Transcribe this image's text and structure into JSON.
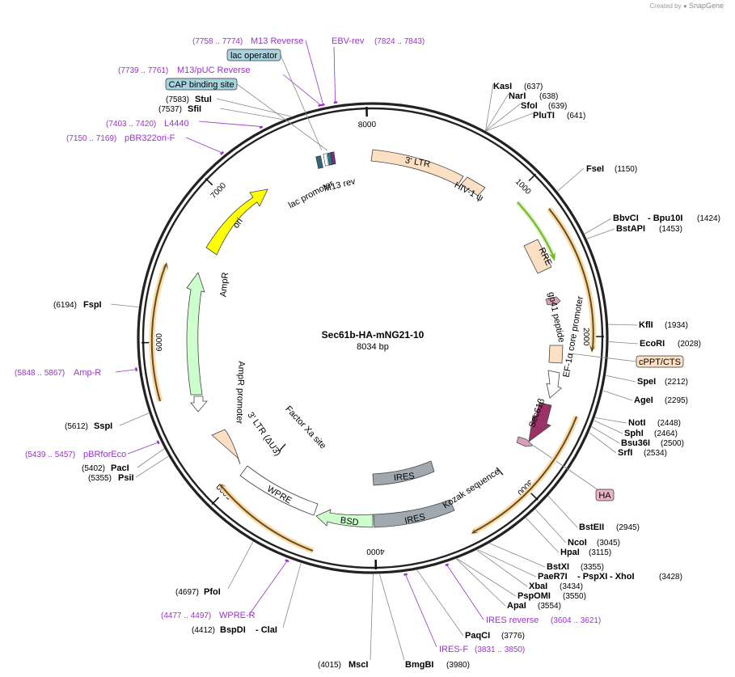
{
  "credit": {
    "prefix": "Created by",
    "brand": "SnapGene"
  },
  "plasmid": {
    "name": "Sec61b-HA-mNG21-10",
    "length_label": "8034 bp",
    "length": 8034
  },
  "ticks": [
    {
      "pos": 1000,
      "label": "1000"
    },
    {
      "pos": 2000,
      "label": "2000"
    },
    {
      "pos": 3000,
      "label": "3000"
    },
    {
      "pos": 4000,
      "label": "4000"
    },
    {
      "pos": 5000,
      "label": "5000"
    },
    {
      "pos": 6000,
      "label": "6000"
    },
    {
      "pos": 7000,
      "label": "7000"
    },
    {
      "pos": 8000,
      "label": "8000"
    }
  ],
  "sites": [
    {
      "name": "KasI",
      "coord": "(637)",
      "pos": 637
    },
    {
      "name": "NarI",
      "coord": "(638)",
      "pos": 638
    },
    {
      "name": "SfoI",
      "coord": "(639)",
      "pos": 639
    },
    {
      "name": "PluTI",
      "coord": "(641)",
      "pos": 641
    },
    {
      "name": "FseI",
      "coord": "(1150)",
      "pos": 1150
    },
    {
      "name": "BbvCI",
      "name2": "- Bpu10I",
      "coord": "(1424)",
      "pos": 1424
    },
    {
      "name": "BstAPI",
      "coord": "(1453)",
      "pos": 1453
    },
    {
      "name": "KflI",
      "coord": "(1934)",
      "pos": 1934
    },
    {
      "name": "EcoRI",
      "coord": "(2028)",
      "pos": 2028
    },
    {
      "name": "SpeI",
      "coord": "(2212)",
      "pos": 2212
    },
    {
      "name": "AgeI",
      "coord": "(2295)",
      "pos": 2295
    },
    {
      "name": "NotI",
      "coord": "(2448)",
      "pos": 2448
    },
    {
      "name": "SphI",
      "coord": "(2464)",
      "pos": 2464
    },
    {
      "name": "Bsu36I",
      "coord": "(2500)",
      "pos": 2500
    },
    {
      "name": "SrfI",
      "coord": "(2534)",
      "pos": 2534
    },
    {
      "name": "BstEII",
      "coord": "(2945)",
      "pos": 2945
    },
    {
      "name": "NcoI",
      "coord": "(3045)",
      "pos": 3045
    },
    {
      "name": "HpaI",
      "coord": "(3115)",
      "pos": 3115
    },
    {
      "name": "BstXI",
      "coord": "(3355)",
      "pos": 3355
    },
    {
      "name": "PaeR7I",
      "name2": "- PspXI",
      "name3": "- XhoI",
      "coord": "(3428)",
      "pos": 3428
    },
    {
      "name": "XbaI",
      "coord": "(3434)",
      "pos": 3434
    },
    {
      "name": "PspOMI",
      "coord": "(3550)",
      "pos": 3550
    },
    {
      "name": "ApaI",
      "coord": "(3554)",
      "pos": 3554
    },
    {
      "name": "PaqCI",
      "coord": "(3776)",
      "pos": 3776
    },
    {
      "name": "BmgBI",
      "coord": "(3980)",
      "pos": 3980
    },
    {
      "name": "MscI",
      "coord": "(4015)",
      "pos": 4015
    },
    {
      "name": "BspDI",
      "name2": "- ClaI",
      "coord": "(4412)",
      "pos": 4412
    },
    {
      "name": "PfoI",
      "coord": "(4697)",
      "pos": 4697
    },
    {
      "name": "PacI",
      "coord": "(5402)",
      "pos": 5402
    },
    {
      "name": "PsiI",
      "coord": "(5355)",
      "pos": 5355
    },
    {
      "name": "SspI",
      "coord": "(5612)",
      "pos": 5612
    },
    {
      "name": "FspI",
      "coord": "(6194)",
      "pos": 6194
    },
    {
      "name": "SfiI",
      "coord": "(7537)",
      "pos": 7537
    },
    {
      "name": "StuI",
      "coord": "(7583)",
      "pos": 7583
    }
  ],
  "primers": [
    {
      "name": "M13 Reverse",
      "coord": "(7758 .. 7774)",
      "start": 7758,
      "end": 7774
    },
    {
      "name": "EBV-rev",
      "coord": "(7824 .. 7843)",
      "start": 7824,
      "end": 7843
    },
    {
      "name": "M13/pUC Reverse",
      "coord": "(7739 .. 7761)",
      "start": 7739,
      "end": 7761
    },
    {
      "name": "L4440",
      "coord": "(7403 .. 7420)",
      "start": 7403,
      "end": 7420
    },
    {
      "name": "pBR322ori-F",
      "coord": "(7150 .. 7169)",
      "start": 7150,
      "end": 7169
    },
    {
      "name": "Amp-R",
      "coord": "(5848 .. 5867)",
      "start": 5848,
      "end": 5867
    },
    {
      "name": "pBRforEco",
      "coord": "(5439 .. 5457)",
      "start": 5439,
      "end": 5457
    },
    {
      "name": "WPRE-R",
      "coord": "(4477 .. 4497)",
      "start": 4477,
      "end": 4497
    },
    {
      "name": "IRES-F",
      "coord": "(3831 .. 3850)",
      "start": 3831,
      "end": 3850
    },
    {
      "name": "IRES reverse",
      "coord": "(3604 .. 3621)",
      "start": 3604,
      "end": 3621
    }
  ],
  "boxed_features": [
    {
      "name": "lac operator",
      "color": "#a8d4e0"
    },
    {
      "name": "CAP binding site",
      "color": "#a8d4e0"
    },
    {
      "name": "cPPT/CTS",
      "color": "#fde0c4"
    },
    {
      "name": "HA",
      "color": "#e8b4c4"
    }
  ],
  "features": [
    {
      "name": "3' LTR"
    },
    {
      "name": "HIV-1 ψ"
    },
    {
      "name": "RRE"
    },
    {
      "name": "gp41 peptide"
    },
    {
      "name": "EF-1α core promoter"
    },
    {
      "name": "Sec61β"
    },
    {
      "name": "Kozak sequence"
    },
    {
      "name": "IRES"
    },
    {
      "name": "IRES"
    },
    {
      "name": "BSD"
    },
    {
      "name": "WPRE"
    },
    {
      "name": "3' LTR (ΔU3)"
    },
    {
      "name": "Factor Xa site"
    },
    {
      "name": "AmpR promoter"
    },
    {
      "name": "AmpR"
    },
    {
      "name": "ori"
    },
    {
      "name": "lac promoter"
    },
    {
      "name": "M13 rev"
    }
  ],
  "colors": {
    "primer": "#9933cc",
    "ltr": "#fde0c4",
    "gray": "#a0a8b0",
    "ampr": "#ccffcc",
    "ori": "#ffff00",
    "sec61": "#993366",
    "orf_orange": "#f0b24a",
    "orf_green": "#77bb22",
    "pink": "#d8a0b8"
  }
}
